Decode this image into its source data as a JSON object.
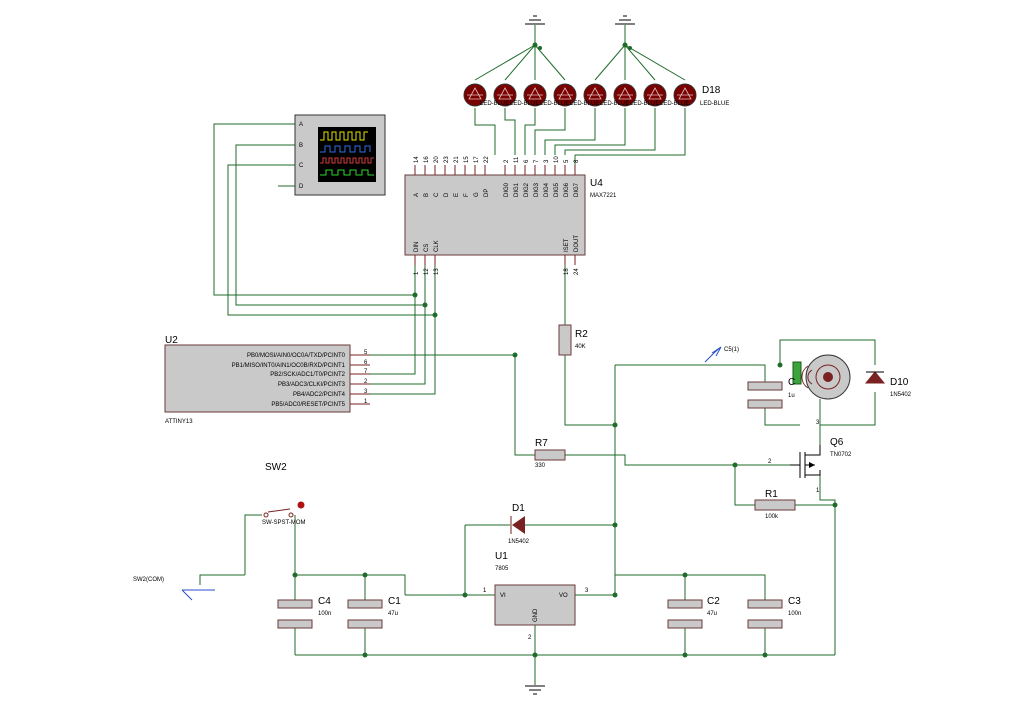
{
  "components": {
    "u4": {
      "ref": "U4",
      "value": "MAX7221",
      "top_pins": [
        {
          "num": "14",
          "label": "A"
        },
        {
          "num": "16",
          "label": "B"
        },
        {
          "num": "20",
          "label": "C"
        },
        {
          "num": "23",
          "label": "D"
        },
        {
          "num": "21",
          "label": "E"
        },
        {
          "num": "15",
          "label": "F"
        },
        {
          "num": "17",
          "label": "G"
        },
        {
          "num": "22",
          "label": "DP"
        },
        {
          "num": "2",
          "label": "DIG0"
        },
        {
          "num": "11",
          "label": "DIG1"
        },
        {
          "num": "6",
          "label": "DIG2"
        },
        {
          "num": "7",
          "label": "DIG3"
        },
        {
          "num": "3",
          "label": "DIG4"
        },
        {
          "num": "10",
          "label": "DIG5"
        },
        {
          "num": "5",
          "label": "DIG6"
        },
        {
          "num": "8",
          "label": "DIG7"
        }
      ],
      "bottom_pins": [
        {
          "num": "1",
          "label": "DIN"
        },
        {
          "num": "12",
          "label": "CS"
        },
        {
          "num": "13",
          "label": "CLK"
        },
        {
          "num": "18",
          "label": "ISET"
        },
        {
          "num": "24",
          "label": "DOUT"
        }
      ]
    },
    "u2": {
      "ref": "U2",
      "value": "ATTINY13",
      "pins": [
        {
          "label": "PB0/MOSI/AIN0/OC0A/TXD/PCINT0",
          "num": "5"
        },
        {
          "label": "PB1/MISO/INT0/AIN1/OC0B/RXD/PCINT1",
          "num": "6"
        },
        {
          "label": "PB2/SCK/ADC1/T0/PCINT2",
          "num": "7"
        },
        {
          "label": "PB3/ADC3/CLKI/PCINT3",
          "num": "2"
        },
        {
          "label": "PB4/ADC2/PCINT4",
          "num": "3"
        },
        {
          "label": "PB5/ADC0/RESET/PCINT5",
          "num": "1"
        }
      ]
    },
    "u1": {
      "ref": "U1",
      "value": "7805",
      "vi": "VI",
      "vo": "VO",
      "gnd": "GND",
      "pin_vi": "1",
      "pin_vo": "3",
      "pin_gnd": "2"
    },
    "r2": {
      "ref": "R2",
      "value": "40K"
    },
    "r7": {
      "ref": "R7",
      "value": "330"
    },
    "r1": {
      "ref": "R1",
      "value": "100k"
    },
    "q6": {
      "ref": "Q6",
      "value": "TN0702",
      "pin_gate": "2",
      "pin_drain": "3",
      "pin_source": "1"
    },
    "d1": {
      "ref": "D1",
      "value": "1N5402"
    },
    "d10": {
      "ref": "D10",
      "value": "1N5402"
    },
    "d18": {
      "ref": "D18",
      "value": "LED-BLUE",
      "led_labels": "LED-BLUE"
    },
    "c4": {
      "ref": "C4",
      "value": "100n"
    },
    "c1": {
      "ref": "C1",
      "value": "47u"
    },
    "c2": {
      "ref": "C2",
      "value": "47u"
    },
    "c3": {
      "ref": "C3",
      "value": "100n"
    },
    "c5": {
      "ref": "C",
      "value": "1u",
      "probe": "C5(1)"
    },
    "sw2": {
      "ref": "SW2",
      "value": "SW-SPST-MOM",
      "probe": "SW2(COM)"
    },
    "scope": {
      "channels": [
        "A",
        "B",
        "C",
        "D"
      ]
    }
  },
  "colors": {
    "wire": "#1f6b2a",
    "body": "#c9c9c9",
    "led": "#7a0000",
    "pin": "#7a2222"
  }
}
